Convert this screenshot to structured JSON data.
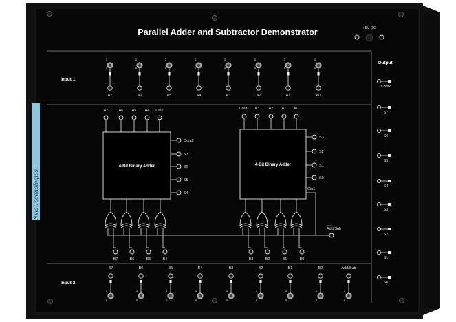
{
  "title": "Parallel Adder and Subtractor Demonstrator",
  "power_label": "+5V DC",
  "output_label": "Output",
  "brand": "Nvis Technologies",
  "input1": {
    "label": "Input 1",
    "switches": [
      {
        "name": "A7",
        "state": "1"
      },
      {
        "name": "A6",
        "state": "1"
      },
      {
        "name": "A5",
        "state": "1"
      },
      {
        "name": "A4",
        "state": "1"
      },
      {
        "name": "A3",
        "state": "1"
      },
      {
        "name": "A2",
        "state": "1"
      },
      {
        "name": "A1",
        "state": "1"
      },
      {
        "name": "A0",
        "state": "1"
      }
    ],
    "high": "1",
    "low": "0"
  },
  "input2": {
    "label": "Input 2",
    "switches": [
      {
        "name": "B7"
      },
      {
        "name": "B6"
      },
      {
        "name": "B5"
      },
      {
        "name": "B4"
      },
      {
        "name": "B3"
      },
      {
        "name": "B2"
      },
      {
        "name": "B1"
      },
      {
        "name": "B0"
      },
      {
        "name": "Add/Sub"
      }
    ],
    "high": "1",
    "low": "0"
  },
  "adder_left": {
    "label": "4-Bit Binary Adder",
    "top_pins": [
      "A7",
      "A6",
      "A5",
      "A4",
      "Cin2"
    ],
    "right_pins": [
      "Cout2",
      "S7",
      "S6",
      "S5",
      "S4"
    ],
    "bottom_pins": [
      "B7",
      "B6",
      "B5",
      "B4"
    ]
  },
  "adder_right": {
    "label": "4-Bit Binary Adder",
    "top_pins": [
      "Cout1",
      "A3",
      "A2",
      "A1",
      "A0"
    ],
    "right_pins": [
      "S3",
      "S2",
      "S1",
      "S0"
    ],
    "cin_label": "Cin1",
    "bottom_pins": [
      "B3",
      "B2",
      "B1",
      "B0"
    ],
    "addsub_label": "Add/Sub"
  },
  "outputs": [
    "Cout2",
    "S7",
    "S6",
    "S5",
    "S4",
    "S3",
    "S2",
    "S1",
    "S0"
  ]
}
